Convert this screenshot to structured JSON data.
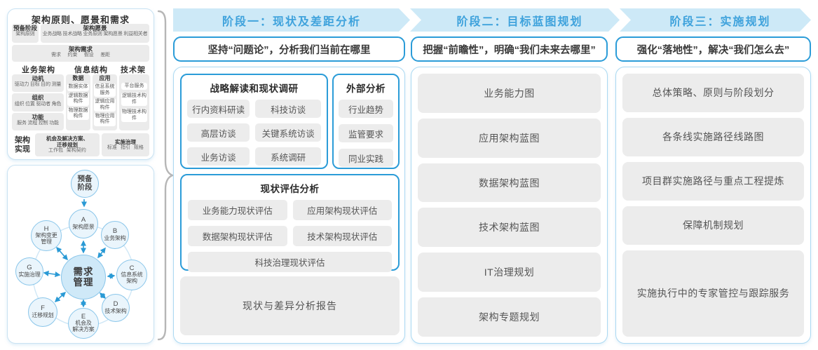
{
  "left_panel": {
    "title": "架构原则、愿景和需求",
    "prep": {
      "title": "预备阶段",
      "sub": "架构原则"
    },
    "vision": {
      "title": "架构愿景",
      "sub": "业务战略 技术战略 业务原则 架构愿景 利益相关者"
    },
    "requirements": {
      "title": "架构需求",
      "sub": "需求 约束 假设 差距"
    },
    "sections": {
      "business": "业务架构",
      "info": "信息结构",
      "tech": "技术架构"
    },
    "business_items": [
      {
        "title": "动机",
        "sub": "驱动力 目标 目的 测量"
      },
      {
        "title": "组织",
        "sub": "组织 位置 驱动者 角色"
      },
      {
        "title": "功能",
        "sub": "服务 流程 控制 功能"
      }
    ],
    "data_col": {
      "title": "数据",
      "items": [
        "数据实体",
        "逻辑数据构件",
        "物理数据构件"
      ]
    },
    "app_col": {
      "title": "应用",
      "items": [
        "信息系统服务",
        "逻辑应用构件",
        "物理应用构件"
      ]
    },
    "tech_col": {
      "items": [
        "平台服务",
        "逻辑技术构件",
        "物理技术构件"
      ]
    },
    "realization": {
      "label": "架构\n实现",
      "box1": {
        "title": "机会及解决方案、\n迁移规划",
        "sub": "工作包 架构契约"
      },
      "box2": {
        "title": "实施治理",
        "sub": "标准 指引 规格"
      }
    }
  },
  "adm": {
    "prep": "预备\n阶段",
    "center": "需求\n管理",
    "nodes": [
      {
        "letter": "A",
        "label": "架构愿景"
      },
      {
        "letter": "B",
        "label": "业务架构"
      },
      {
        "letter": "C",
        "label": "信息系统\n架构"
      },
      {
        "letter": "D",
        "label": "技术架构"
      },
      {
        "letter": "E",
        "label": "机会及\n解决方案"
      },
      {
        "letter": "F",
        "label": "迁移规划"
      },
      {
        "letter": "G",
        "label": "实施治理"
      },
      {
        "letter": "H",
        "label": "架构变更\n管理"
      }
    ]
  },
  "phases": [
    {
      "title": "阶段一：现状及差距分析",
      "subtitle": "坚持“问题论”，分析我们当前在哪里",
      "research": {
        "title": "战略解读和现状调研",
        "items": [
          "行内资料研读",
          "科技访谈",
          "高层访谈",
          "关键系统访谈",
          "业务访谈",
          "系统调研"
        ]
      },
      "external": {
        "title": "外部分析",
        "items": [
          "行业趋势",
          "监管要求",
          "同业实践"
        ]
      },
      "assessment": {
        "title": "现状评估分析",
        "items": [
          "业务能力现状评估",
          "应用架构现状评估",
          "数据架构现状评估",
          "技术架构现状评估",
          "科技治理现状评估"
        ]
      },
      "report": "现状与差异分析报告"
    },
    {
      "title": "阶段二：目标蓝图规划",
      "subtitle": "把握“前瞻性”，明确“我们未来去哪里”",
      "items": [
        "业务能力图",
        "应用架构蓝图",
        "数据架构蓝图",
        "技术架构蓝图",
        "IT治理规划",
        "架构专题规划"
      ]
    },
    {
      "title": "阶段三：实施规划",
      "subtitle": "强化“落地性”，解决“我们怎么去”",
      "items": [
        "总体策略、原则与阶段划分",
        "各条线实施路径线路图",
        "项目群实施路径与重点工程提炼",
        "保障机制规划",
        "实施执行中的专家管控与跟踪服务"
      ]
    }
  ]
}
